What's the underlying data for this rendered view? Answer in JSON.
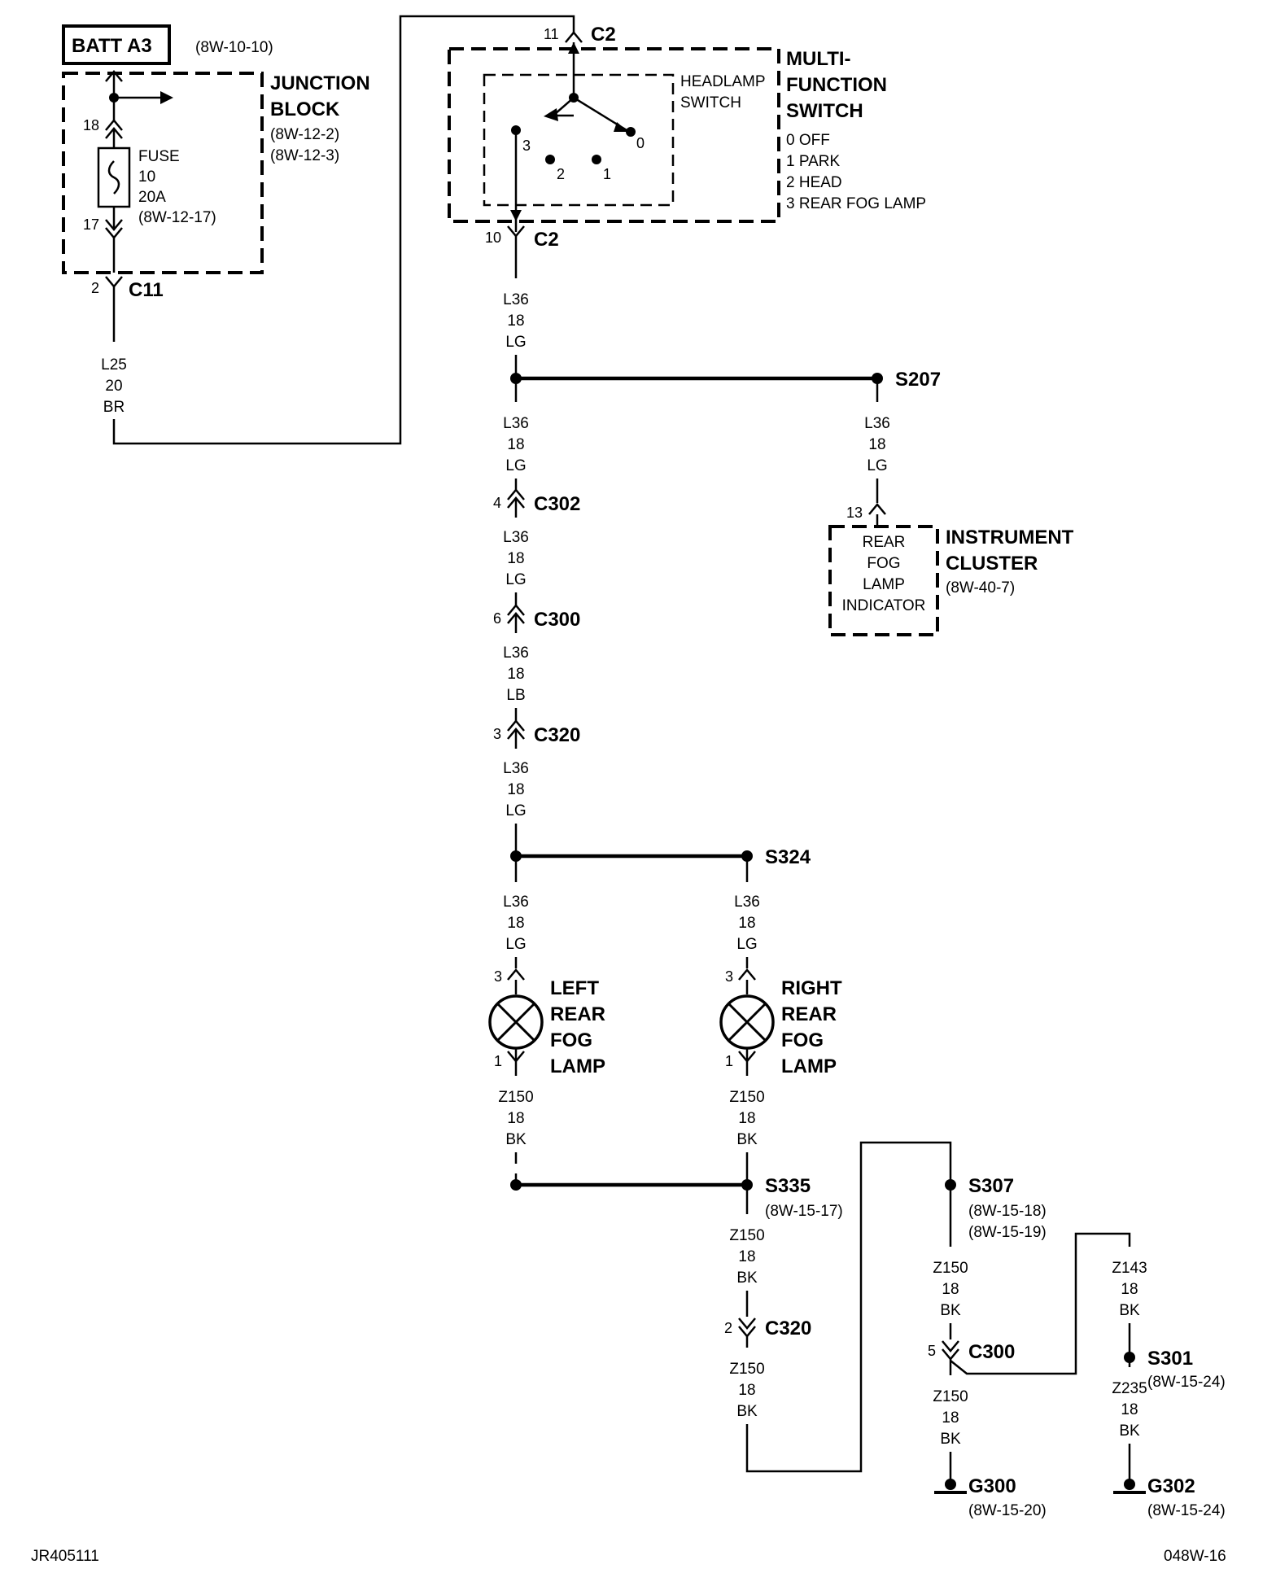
{
  "batt": {
    "label": "BATT A3",
    "ref": "(8W-10-10)"
  },
  "junction_block": {
    "title1": "JUNCTION",
    "title2": "BLOCK",
    "ref1": "(8W-12-2)",
    "ref2": "(8W-12-3)"
  },
  "fuse": {
    "line1": "FUSE",
    "line2": "10",
    "line3": "20A",
    "ref": "(8W-12-17)",
    "pin_in": "18",
    "pin_out": "17"
  },
  "c11": {
    "label": "C11",
    "pin": "2"
  },
  "wire_l25": {
    "circuit": "L25",
    "gauge": "20",
    "color": "BR"
  },
  "mfs": {
    "title1": "MULTI-",
    "title2": "FUNCTION",
    "title3": "SWITCH",
    "inner1": "HEADLAMP",
    "inner2": "SWITCH",
    "pos": [
      "0 OFF",
      "1 PARK",
      "2 HEAD",
      "3 REAR FOG LAMP"
    ],
    "contact0": "0",
    "contact1": "1",
    "contact2": "2",
    "contact3": "3"
  },
  "c2_top": {
    "label": "C2",
    "pin": "11"
  },
  "c2_bot": {
    "label": "C2",
    "pin": "10"
  },
  "wires": {
    "w1": {
      "circuit": "L36",
      "gauge": "18",
      "color": "LG"
    },
    "w2": {
      "circuit": "L36",
      "gauge": "18",
      "color": "LG"
    },
    "w3": {
      "circuit": "L36",
      "gauge": "18",
      "color": "LG"
    },
    "w4": {
      "circuit": "L36",
      "gauge": "18",
      "color": "LB"
    },
    "w5": {
      "circuit": "L36",
      "gauge": "18",
      "color": "LG"
    },
    "w6": {
      "circuit": "L36",
      "gauge": "18",
      "color": "LG"
    },
    "w7": {
      "circuit": "L36",
      "gauge": "18",
      "color": "LG"
    },
    "w8": {
      "circuit": "L36",
      "gauge": "18",
      "color": "LG"
    },
    "w9": {
      "circuit": "Z150",
      "gauge": "18",
      "color": "BK"
    },
    "w10": {
      "circuit": "Z150",
      "gauge": "18",
      "color": "BK"
    },
    "w11": {
      "circuit": "Z150",
      "gauge": "18",
      "color": "BK"
    },
    "w12": {
      "circuit": "Z150",
      "gauge": "18",
      "color": "BK"
    },
    "w13": {
      "circuit": "Z150",
      "gauge": "18",
      "color": "BK"
    },
    "w14": {
      "circuit": "Z150",
      "gauge": "18",
      "color": "BK"
    },
    "w15": {
      "circuit": "Z143",
      "gauge": "18",
      "color": "BK"
    },
    "w16": {
      "circuit": "Z235",
      "gauge": "18",
      "color": "BK"
    }
  },
  "s207": {
    "label": "S207"
  },
  "cluster": {
    "title1": "INSTRUMENT",
    "title2": "CLUSTER",
    "ref": "(8W-40-7)",
    "pin": "13",
    "ind": [
      "REAR",
      "FOG",
      "LAMP",
      "INDICATOR"
    ]
  },
  "c302": {
    "label": "C302",
    "pin": "4"
  },
  "c300a": {
    "label": "C300",
    "pin": "6"
  },
  "c320a": {
    "label": "C320",
    "pin": "3"
  },
  "s324": {
    "label": "S324"
  },
  "left_lamp": {
    "l1": "LEFT",
    "l2": "REAR",
    "l3": "FOG",
    "l4": "LAMP",
    "pin_top": "3",
    "pin_bot": "1"
  },
  "right_lamp": {
    "l1": "RIGHT",
    "l2": "REAR",
    "l3": "FOG",
    "l4": "LAMP",
    "pin_top": "3",
    "pin_bot": "1"
  },
  "s335": {
    "label": "S335",
    "ref": "(8W-15-17)"
  },
  "c320b": {
    "label": "C320",
    "pin": "2"
  },
  "s307": {
    "label": "S307",
    "ref1": "(8W-15-18)",
    "ref2": "(8W-15-19)"
  },
  "c300b": {
    "label": "C300",
    "pin": "5"
  },
  "s301": {
    "label": "S301",
    "ref": "(8W-15-24)"
  },
  "g300": {
    "label": "G300",
    "ref": "(8W-15-20)"
  },
  "g302": {
    "label": "G302",
    "ref": "(8W-15-24)"
  },
  "footer": {
    "left": "JR405111",
    "right": "048W-16"
  }
}
